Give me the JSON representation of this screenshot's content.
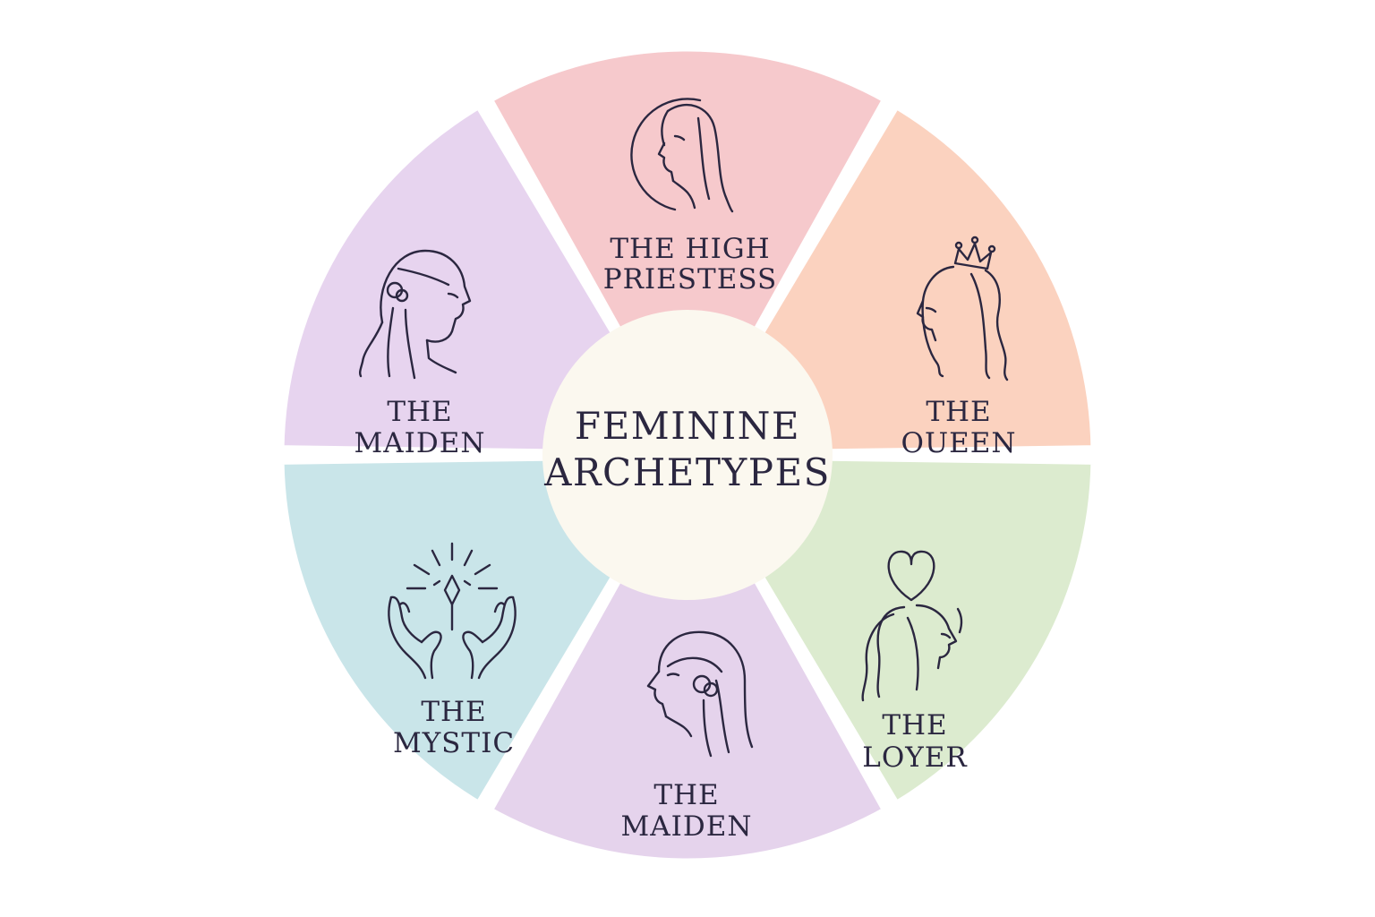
{
  "center": {
    "line1": "FEMININE",
    "line2": "ARCHETYPES",
    "color": "#fbf8ef"
  },
  "segments": [
    {
      "id": "high-priestess",
      "line1": "THE HIGH",
      "line2": "PRIESTESS",
      "color": "#f6c9cc",
      "icon": "priestess-face-icon"
    },
    {
      "id": "queen",
      "line1": "THE",
      "line2": "OUEEN",
      "color": "#fbd2bf",
      "icon": "crowned-queen-icon"
    },
    {
      "id": "lover",
      "line1": "THE",
      "line2": "LOYER",
      "color": "#dcebcf",
      "icon": "heart-lover-icon"
    },
    {
      "id": "maiden-bottom",
      "line1": "THE",
      "line2": "MAIDEN",
      "color": "#e5d3ec",
      "icon": "maiden-face-icon"
    },
    {
      "id": "mystic",
      "line1": "THE",
      "line2": "MYSTIC",
      "color": "#c9e5e9",
      "icon": "mystic-hands-icon"
    },
    {
      "id": "maiden-top",
      "line1": "THE",
      "line2": "MAIDEN",
      "color": "#e7d4ef",
      "icon": "maiden-profile-icon"
    }
  ]
}
